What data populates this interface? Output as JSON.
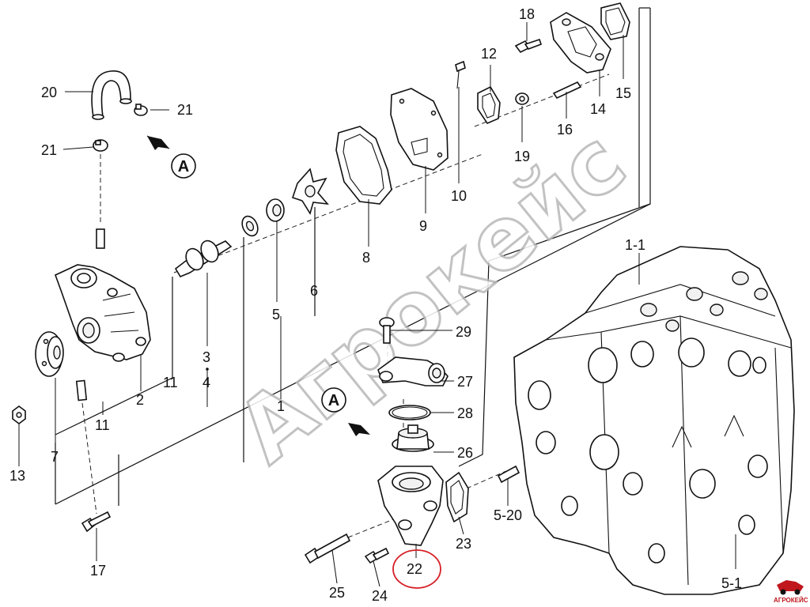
{
  "watermark": {
    "text": "Агрокейс"
  },
  "logo": {
    "text": "АГРОКЕЙС"
  },
  "view_marker": "A",
  "highlight_color": "#d61f26",
  "callouts": {
    "c20": "20",
    "c21a": "21",
    "c21b": "21",
    "c18": "18",
    "c12": "12",
    "c14": "14",
    "c15": "15",
    "c16": "16",
    "c19": "19",
    "c10": "10",
    "c9": "9",
    "c8": "8",
    "c6": "6",
    "c5": "5",
    "c3": "3",
    "c4": "4",
    "c1": "1",
    "c11a": "11",
    "c11b": "11",
    "c2": "2",
    "c7": "7",
    "c13": "13",
    "c17": "17",
    "c29": "29",
    "c27": "27",
    "c28": "28",
    "c26": "26",
    "c23": "23",
    "c22": "22",
    "c24": "24",
    "c25": "25",
    "c5_20": "5-20",
    "c1_1": "1-1",
    "c5_1": "5-1"
  }
}
